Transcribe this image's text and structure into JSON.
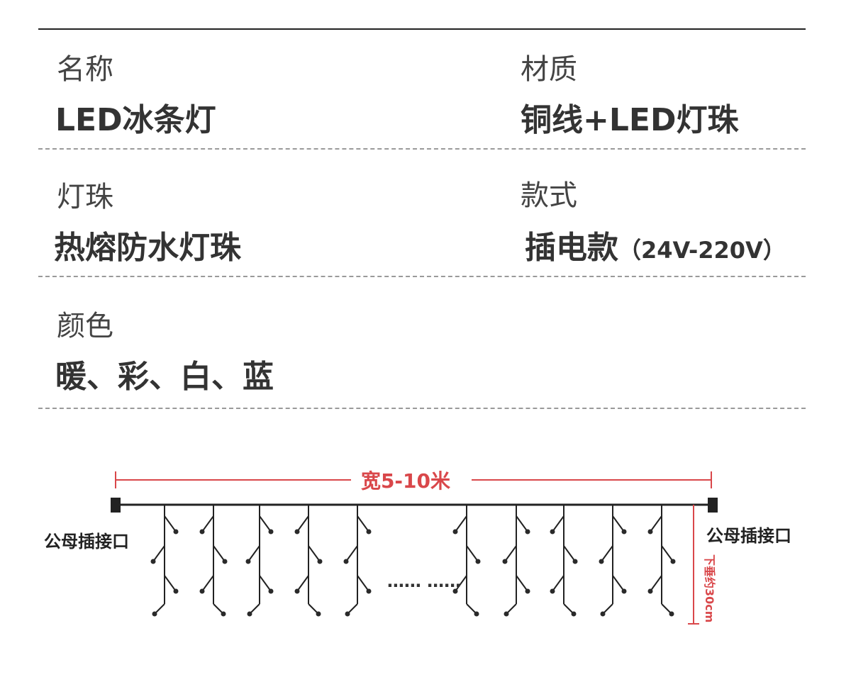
{
  "specs": [
    {
      "label": "名称",
      "value": "LED冰条灯",
      "note": ""
    },
    {
      "label": "材质",
      "value": "铜线+LED灯珠",
      "note": ""
    },
    {
      "label": "灯珠",
      "value": "热熔防水灯珠",
      "note": ""
    },
    {
      "label": "款式",
      "value": "插电款",
      "note": "（24V-220V）"
    },
    {
      "label": "颜色",
      "value": "暖、彩、白、蓝",
      "note": ""
    }
  ],
  "diagram": {
    "width_label": "宽5-10米",
    "connector_left": "公母插接口",
    "connector_right": "公母插接口",
    "ellipsis": "…… ……",
    "drop_label": "下垂约30cm",
    "colors": {
      "dimension": "#d9474a",
      "wire": "#222222",
      "bulb": "#2a2a2a"
    }
  }
}
